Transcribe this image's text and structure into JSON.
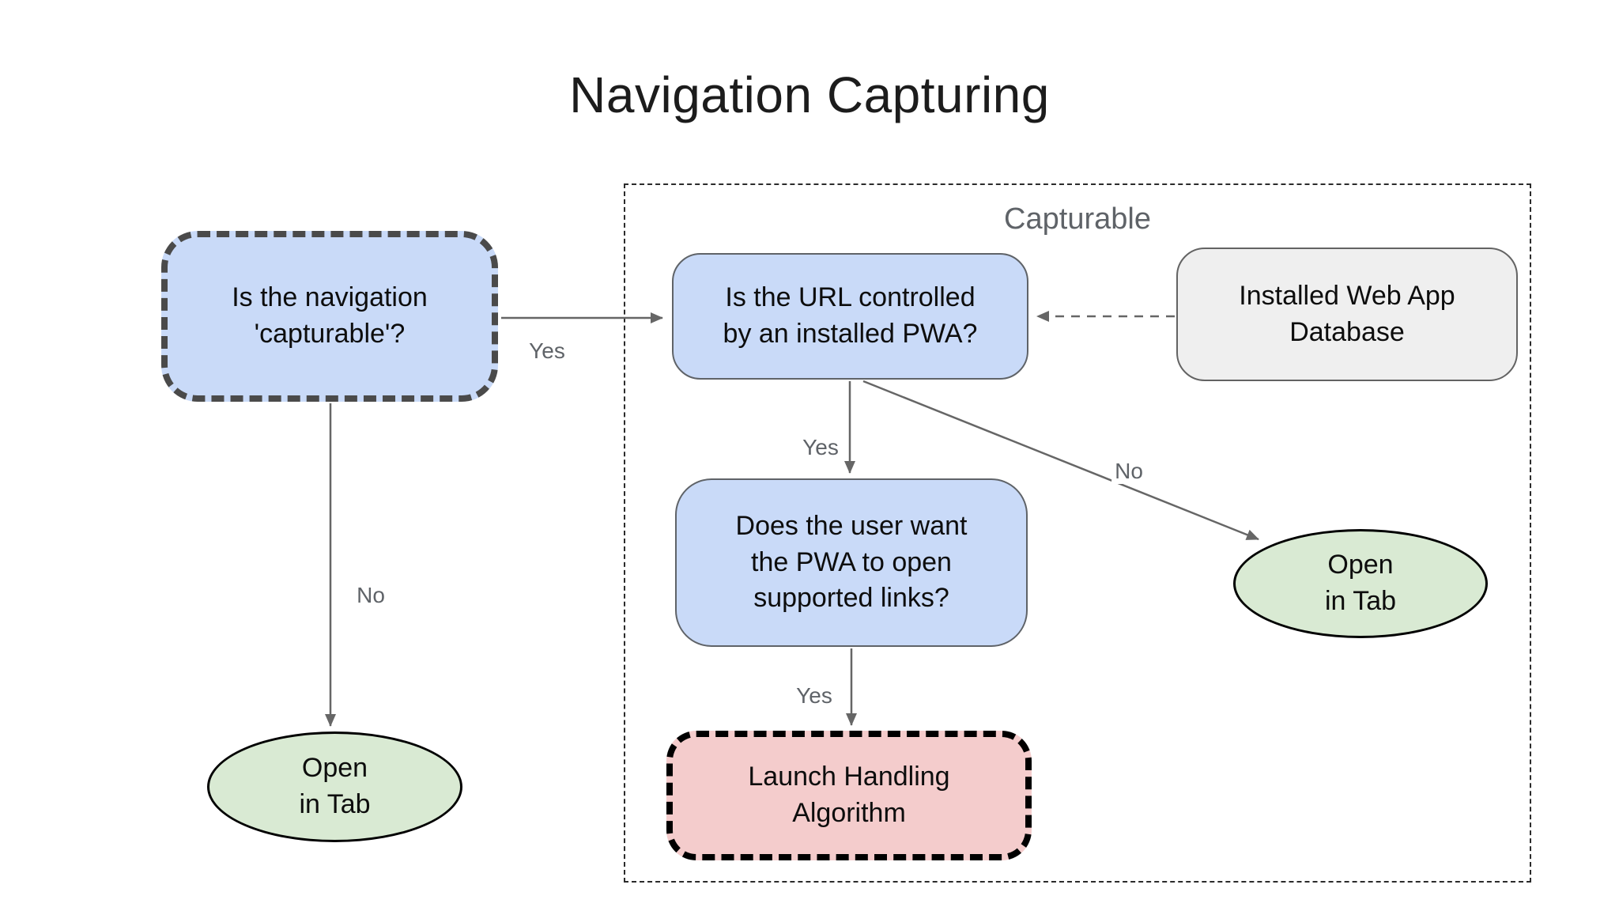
{
  "title": "Navigation Capturing",
  "group": {
    "label": "Capturable"
  },
  "nodes": {
    "capturable_question": {
      "label": "Is the navigation\n'capturable'?"
    },
    "url_controlled_question": {
      "label": "Is the URL controlled\nby an installed PWA?"
    },
    "installed_db": {
      "label": "Installed Web App\nDatabase"
    },
    "user_want_question": {
      "label": "Does the user want\nthe PWA to open\nsupported links?"
    },
    "launch_handling": {
      "label": "Launch Handling\nAlgorithm"
    },
    "open_in_tab_left": {
      "label": "Open\nin Tab"
    },
    "open_in_tab_right": {
      "label": "Open\nin Tab"
    }
  },
  "edge_labels": {
    "capturable_yes": "Yes",
    "capturable_no": "No",
    "url_yes": "Yes",
    "url_no": "No",
    "user_want_yes": "Yes"
  },
  "colors": {
    "node_blue": "#c9daf8",
    "node_green": "#d9ead3",
    "node_pink": "#f4cccc",
    "node_gray": "#efefef",
    "border_dark_gray": "#4a4a4a",
    "edge_gray": "#666666",
    "label_gray": "#5f6368"
  }
}
